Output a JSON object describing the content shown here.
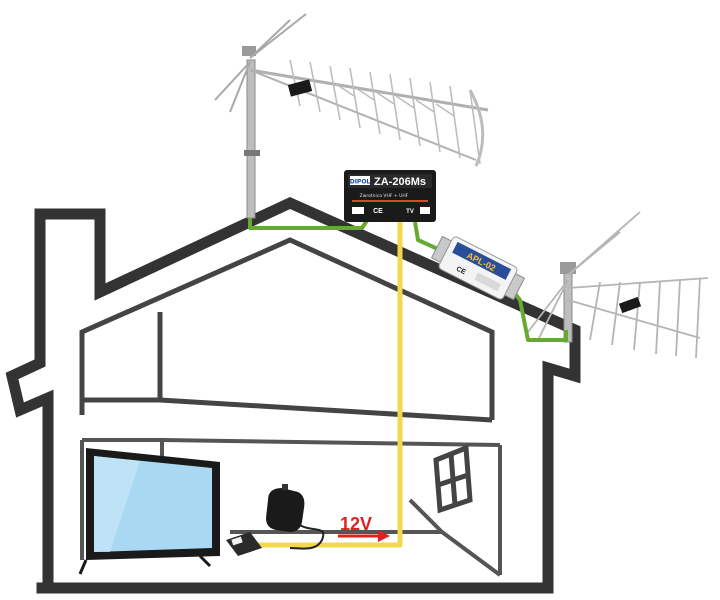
{
  "combiner": {
    "model": "ZA-206Ms",
    "brand": "DIPOL",
    "sublabel": "Zwrotnica VHF + UHF",
    "ce_mark": "CE",
    "tv_label": "TV"
  },
  "amplifier": {
    "model": "APL-02",
    "ce_mark": "CE"
  },
  "power": {
    "label": "12V"
  },
  "colors": {
    "house_outline": "#333333",
    "antenna_cable": "#66aa33",
    "power_cable": "#f3d84a",
    "arrow": "#e02020",
    "tv_screen": "#a9d8f2",
    "device_body": "#1a1a1a"
  },
  "icons": {
    "wall_adapter": "power-adapter-icon",
    "set_top_box": "decoder-icon",
    "television": "tv-icon",
    "window": "window-icon"
  }
}
